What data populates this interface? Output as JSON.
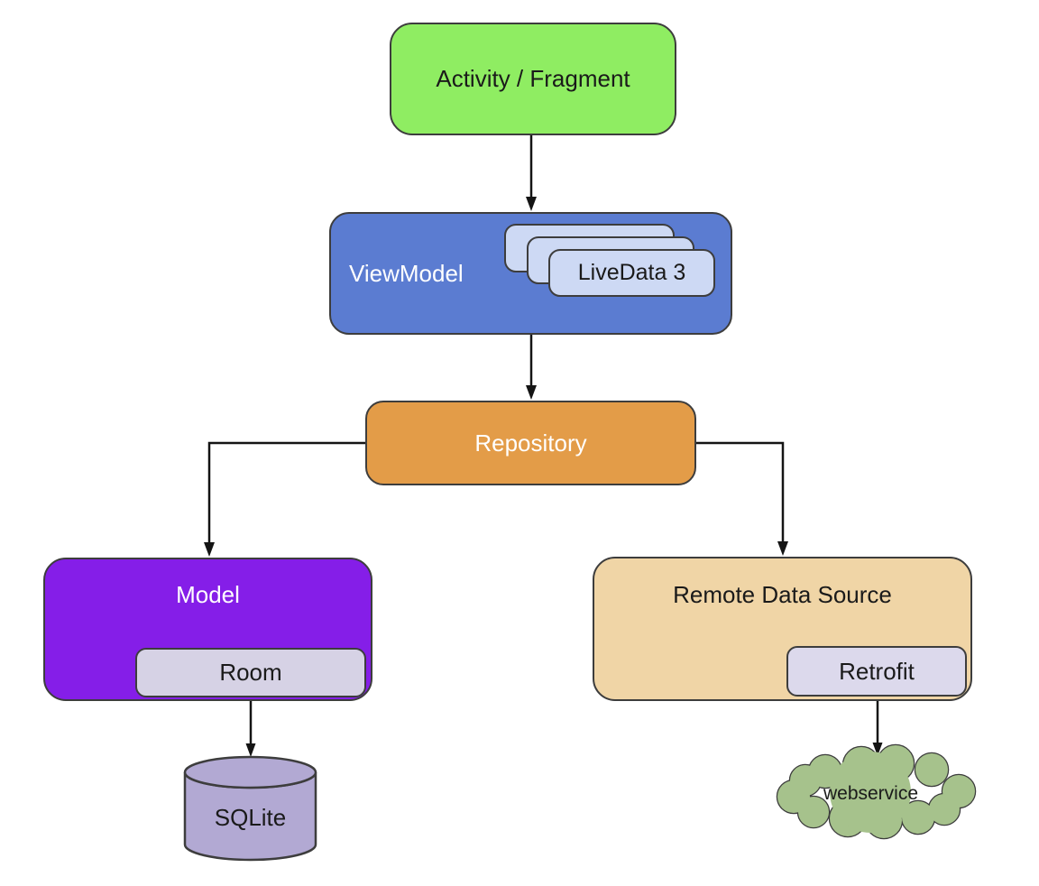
{
  "colors": {
    "outline": "#3d3d3d",
    "connector": "#141414",
    "background": "#ffffff"
  },
  "nodes": {
    "activity_fragment": {
      "label": "Activity / Fragment",
      "fill": "#8fed62",
      "text_color": "#1a1a1a"
    },
    "viewmodel": {
      "label": "ViewModel",
      "fill": "#5b7cd1",
      "text_color": "#ffffff"
    },
    "livedata": {
      "label": "LiveData 3",
      "fill": "#cdd9f4",
      "text_color": "#1a1a1a",
      "stack_count": 3
    },
    "repository": {
      "label": "Repository",
      "fill": "#e39c48",
      "text_color": "#ffffff"
    },
    "model": {
      "label": "Model",
      "fill": "#851ee8",
      "text_color": "#ffffff"
    },
    "room": {
      "label": "Room",
      "fill": "#d6d2e5",
      "text_color": "#1a1a1a"
    },
    "sqlite": {
      "label": "SQLite",
      "fill": "#b2a9d3",
      "text_color": "#1a1a1a"
    },
    "remote_data_source": {
      "label": "Remote Data Source",
      "fill": "#f0d5a6",
      "text_color": "#1a1a1a"
    },
    "retrofit": {
      "label": "Retrofit",
      "fill": "#dcd9ec",
      "text_color": "#1a1a1a"
    },
    "webservice": {
      "label": "webservice",
      "fill": "#a6c28c",
      "text_color": "#1a1a1a"
    }
  },
  "edges": [
    {
      "from": "activity_fragment",
      "to": "viewmodel"
    },
    {
      "from": "viewmodel",
      "to": "repository"
    },
    {
      "from": "repository",
      "to": "model"
    },
    {
      "from": "repository",
      "to": "remote_data_source"
    },
    {
      "from": "room",
      "to": "sqlite"
    },
    {
      "from": "retrofit",
      "to": "webservice"
    }
  ]
}
